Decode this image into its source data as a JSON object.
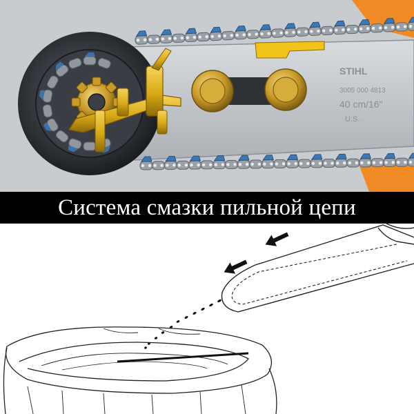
{
  "caption": {
    "text": "Система смазки пильной цепи"
  },
  "bar_marking": {
    "brand": "STIHL",
    "part_number": "3005 000 4813",
    "size": "40 cm/16\"",
    "origin": "U.S."
  },
  "colors": {
    "background_top": "#c9cccf",
    "chain_steel": "#9aa1a8",
    "chain_blue": "#3b78b8",
    "brass": "#c9a227",
    "oil_tube": "#e0b21a",
    "orange_housing": "#f08a24",
    "caption_band": "#000000",
    "caption_text": "#ffffff",
    "sketch_ink": "#222222"
  },
  "icons": {
    "arrow_icon": "black-arrow-left",
    "oil_drop_icon": "oil-droplet"
  }
}
